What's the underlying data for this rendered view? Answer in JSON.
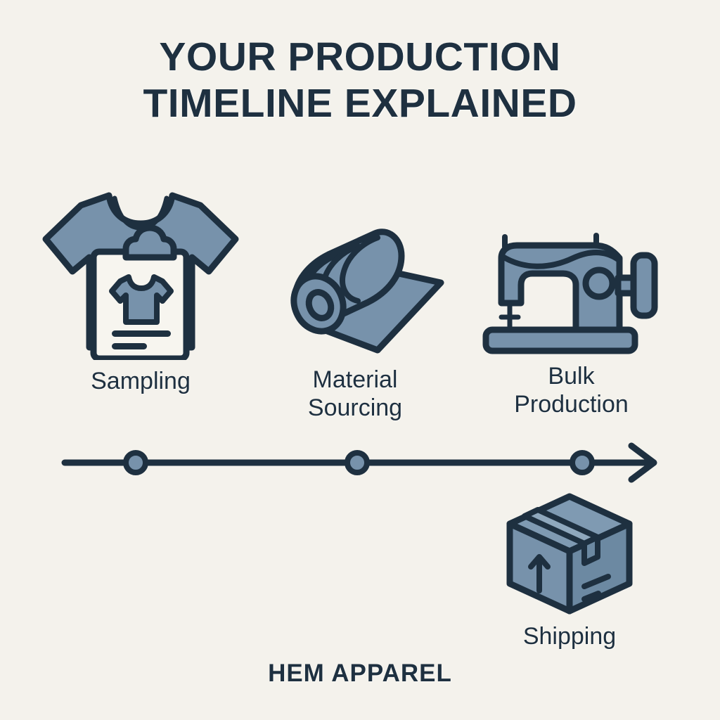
{
  "canvas": {
    "background_color": "#f4f2ec",
    "ink_color": "#1e3040",
    "fill_color": "#7792ab"
  },
  "title": {
    "line1": "YOUR PRODUCTION",
    "line2": "TIMELINE EXPLAINED"
  },
  "steps": [
    {
      "id": "sampling",
      "label": "Sampling",
      "icon": "tshirt-clipboard-icon"
    },
    {
      "id": "material-sourcing",
      "label": "Material\nSourcing",
      "icon": "fabric-roll-icon"
    },
    {
      "id": "bulk-production",
      "label": "Bulk\nProduction",
      "icon": "sewing-machine-icon"
    },
    {
      "id": "shipping",
      "label": "Shipping",
      "icon": "shipping-box-icon"
    }
  ],
  "timeline": {
    "marker_count": 3,
    "direction": "left-to-right",
    "arrow": "right-arrowhead"
  },
  "footer": {
    "brand": "HEM APPAREL"
  }
}
